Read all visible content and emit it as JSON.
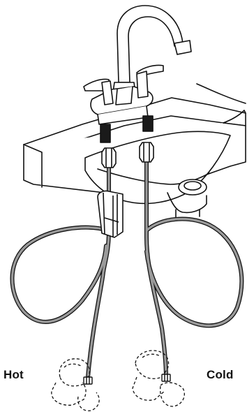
{
  "labels": {
    "hot": "Hot",
    "cold": "Cold"
  },
  "parts": [
    "sink-basin",
    "faucet-spout",
    "hot-handle",
    "cold-handle",
    "faucet-body",
    "hot-supply-hose",
    "cold-supply-hose",
    "hot-shutoff-valve",
    "cold-shutoff-valve",
    "hose-clip"
  ],
  "colors": {
    "line": "#111111",
    "hose": "#9a9a9a",
    "fill": "#ffffff",
    "dark": "#1a1a1a"
  }
}
